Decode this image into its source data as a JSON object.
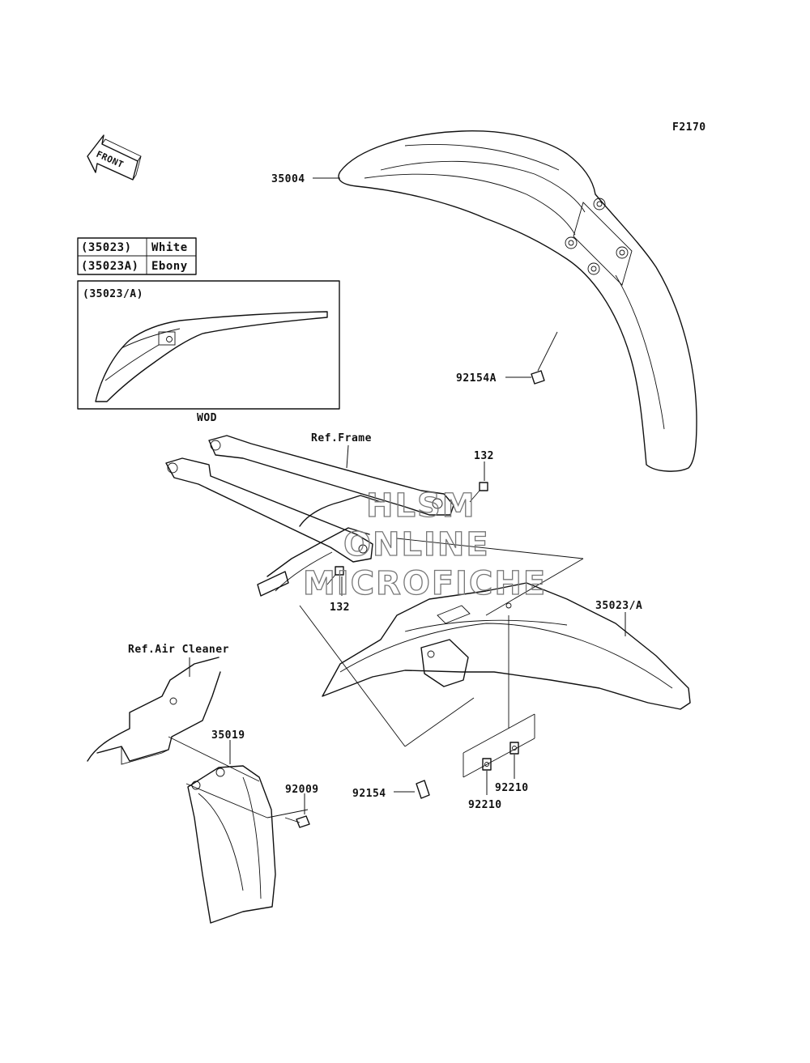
{
  "diagram": {
    "figure_code": "F2170",
    "front_arrow_label": "FRONT",
    "color_table": [
      {
        "part": "(35023)",
        "color": "White"
      },
      {
        "part": "(35023A)",
        "color": "Ebony"
      }
    ],
    "inset": {
      "title": "(35023/A)",
      "caption": "WOD"
    },
    "references": {
      "frame": "Ref.Frame",
      "air_cleaner": "Ref.Air Cleaner"
    },
    "callouts": {
      "front_fender": "35004",
      "front_fender_bolt": "92154A",
      "frame_bolt_upper": "132",
      "frame_bolt_lower": "132",
      "rear_fender": "35023/A",
      "mud_guard": "35019",
      "mud_guard_screw": "92009",
      "rear_fender_bolt": "92154",
      "nut_a": "92210",
      "nut_b": "92210"
    },
    "watermark": [
      "HLSM",
      "ONLINE",
      "MICROFICHE"
    ]
  }
}
